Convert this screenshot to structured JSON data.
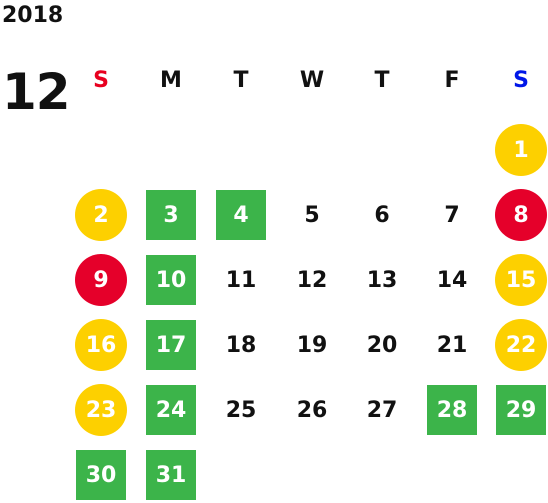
{
  "calendar": {
    "year": "2018",
    "month": "12",
    "weekdays": [
      {
        "label": "S",
        "color": "#e8001f"
      },
      {
        "label": "M",
        "color": "#111111"
      },
      {
        "label": "T",
        "color": "#111111"
      },
      {
        "label": "W",
        "color": "#111111"
      },
      {
        "label": "T",
        "color": "#111111"
      },
      {
        "label": "F",
        "color": "#111111"
      },
      {
        "label": "S",
        "color": "#0017e8"
      }
    ],
    "colors": {
      "holiday_yellow": "#fdd000",
      "holiday_red": "#e5002a",
      "closed_green": "#3cb44a"
    },
    "weeks": [
      [
        null,
        null,
        null,
        null,
        null,
        null,
        {
          "day": "1",
          "style": "yellow"
        }
      ],
      [
        {
          "day": "2",
          "style": "yellow"
        },
        {
          "day": "3",
          "style": "green"
        },
        {
          "day": "4",
          "style": "green"
        },
        {
          "day": "5",
          "style": "plain"
        },
        {
          "day": "6",
          "style": "plain"
        },
        {
          "day": "7",
          "style": "plain"
        },
        {
          "day": "8",
          "style": "red"
        }
      ],
      [
        {
          "day": "9",
          "style": "red"
        },
        {
          "day": "10",
          "style": "green"
        },
        {
          "day": "11",
          "style": "plain"
        },
        {
          "day": "12",
          "style": "plain"
        },
        {
          "day": "13",
          "style": "plain"
        },
        {
          "day": "14",
          "style": "plain"
        },
        {
          "day": "15",
          "style": "yellow"
        }
      ],
      [
        {
          "day": "16",
          "style": "yellow"
        },
        {
          "day": "17",
          "style": "green"
        },
        {
          "day": "18",
          "style": "plain"
        },
        {
          "day": "19",
          "style": "plain"
        },
        {
          "day": "20",
          "style": "plain"
        },
        {
          "day": "21",
          "style": "plain"
        },
        {
          "day": "22",
          "style": "yellow"
        }
      ],
      [
        {
          "day": "23",
          "style": "yellow"
        },
        {
          "day": "24",
          "style": "green"
        },
        {
          "day": "25",
          "style": "plain"
        },
        {
          "day": "26",
          "style": "plain"
        },
        {
          "day": "27",
          "style": "plain"
        },
        {
          "day": "28",
          "style": "green"
        },
        {
          "day": "29",
          "style": "green"
        }
      ],
      [
        {
          "day": "30",
          "style": "green"
        },
        {
          "day": "31",
          "style": "green"
        },
        null,
        null,
        null,
        null,
        null
      ]
    ]
  }
}
